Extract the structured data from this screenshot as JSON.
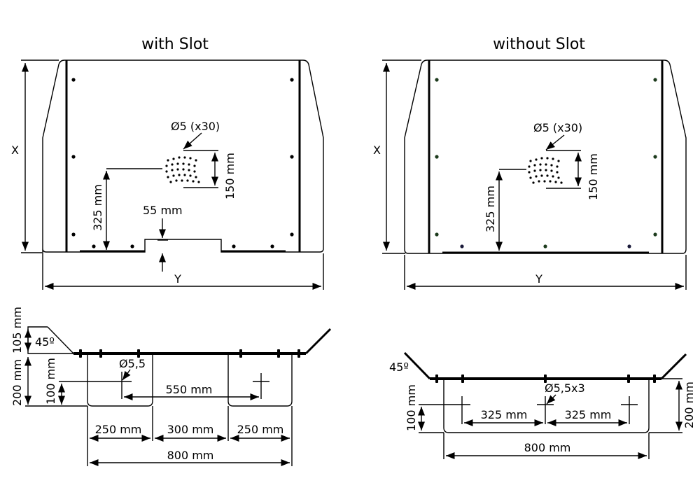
{
  "titles": {
    "left": "with Slot",
    "right": "without Slot"
  },
  "left_front": {
    "x_label": "X",
    "y_label": "Y",
    "holes_label": "Ø5 (x30)",
    "hole_group_height": "150 mm",
    "hole_height": "325 mm",
    "slot_height": "55 mm"
  },
  "right_front": {
    "x_label": "X",
    "y_label": "Y",
    "holes_label": "Ø5 (x30)",
    "hole_group_height": "150 mm",
    "hole_height": "325 mm"
  },
  "left_bottom": {
    "flange_height": "105 mm",
    "angle": "45º",
    "depth": "200 mm",
    "hole_offset": "100 mm",
    "hole_diameter": "Ø5,5",
    "hole_spacing": "550 mm",
    "seg_left": "250 mm",
    "seg_mid": "300 mm",
    "seg_right": "250 mm",
    "total_width": "800 mm"
  },
  "right_bottom": {
    "angle": "45º",
    "hole_diameter": "Ø5,5x3",
    "hole_offset": "100 mm",
    "spacing_left": "325 mm",
    "spacing_right": "325 mm",
    "depth": "200 mm",
    "total_width": "800 mm"
  }
}
